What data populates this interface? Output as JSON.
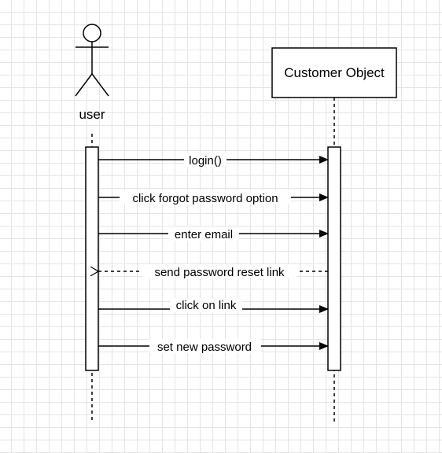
{
  "actor_user": {
    "label": "user"
  },
  "participant_customer": {
    "label": "Customer Object"
  },
  "messages": [
    {
      "label": "login()",
      "style": "solid",
      "direction": "right"
    },
    {
      "label": "click forgot password option",
      "style": "solid",
      "direction": "right"
    },
    {
      "label": "enter email",
      "style": "solid",
      "direction": "right"
    },
    {
      "label": "send password reset link",
      "style": "dashed",
      "direction": "left"
    },
    {
      "label": "click on link",
      "style": "solid",
      "direction": "right"
    },
    {
      "label": "set new password",
      "style": "solid",
      "direction": "right"
    }
  ]
}
